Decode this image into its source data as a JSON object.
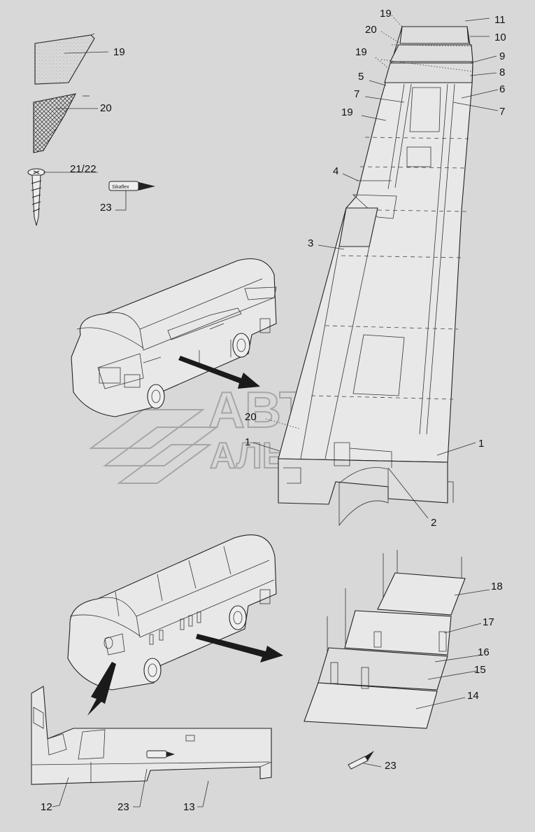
{
  "watermark": {
    "line1": "АВТО",
    "line2": "АЛЬЯНС"
  },
  "parts": {
    "p1": "1",
    "p2": "2",
    "p3": "3",
    "p4": "4",
    "p5": "5",
    "p6": "6",
    "p7": "7",
    "p8": "8",
    "p9": "9",
    "p10": "10",
    "p11": "11",
    "p12": "12",
    "p13": "13",
    "p14": "14",
    "p15": "15",
    "p16": "16",
    "p17": "17",
    "p18": "18",
    "p19": "19",
    "p20": "20",
    "p2122": "21/22",
    "p23": "23"
  },
  "tape_label": "Sikaflex"
}
